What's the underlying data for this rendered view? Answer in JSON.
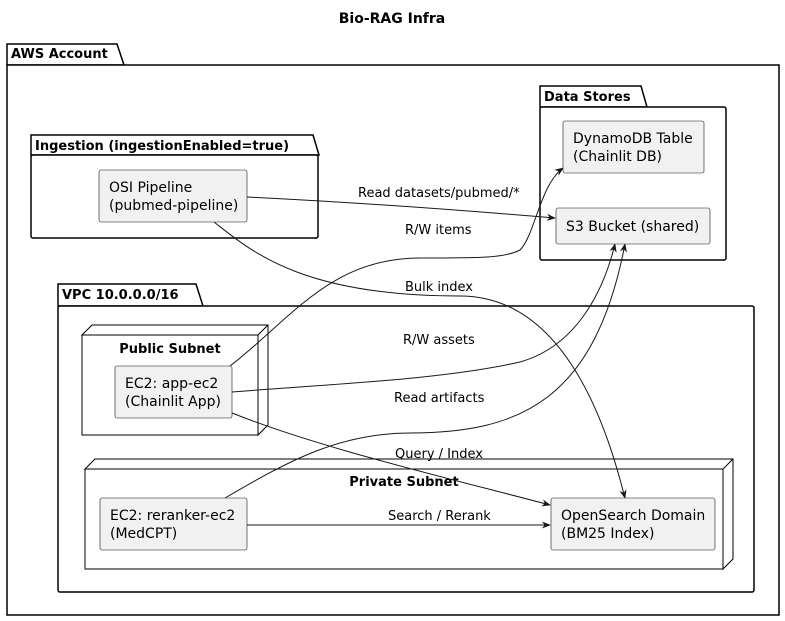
{
  "title": "Bio-RAG Infra",
  "packages": {
    "aws": "AWS Account",
    "ingestion": "Ingestion (ingestionEnabled=true)",
    "datastores": "Data Stores",
    "vpc": "VPC 10.0.0.0/16"
  },
  "subnets": {
    "public": "Public Subnet",
    "private": "Private Subnet"
  },
  "components": {
    "osi": {
      "line1": "OSI Pipeline",
      "line2": "(pubmed-pipeline)"
    },
    "dynamodb": {
      "line1": "DynamoDB Table",
      "line2": "(Chainlit DB)"
    },
    "s3": {
      "line1": "S3 Bucket (shared)"
    },
    "app_ec2": {
      "line1": "EC2: app-ec2",
      "line2": "(Chainlit App)"
    },
    "reranker_ec2": {
      "line1": "EC2: reranker-ec2",
      "line2": "(MedCPT)"
    },
    "opensearch": {
      "line1": "OpenSearch Domain",
      "line2": "(BM25 Index)"
    }
  },
  "edges": {
    "osi_s3": "Read datasets/pubmed/*",
    "app_dynamo": "R/W items",
    "osi_opensearch": "Bulk index",
    "app_s3": "R/W assets",
    "reranker_s3": "Read artifacts",
    "app_opensearch": "Query / Index",
    "reranker_opensearch": "Search / Rerank"
  }
}
